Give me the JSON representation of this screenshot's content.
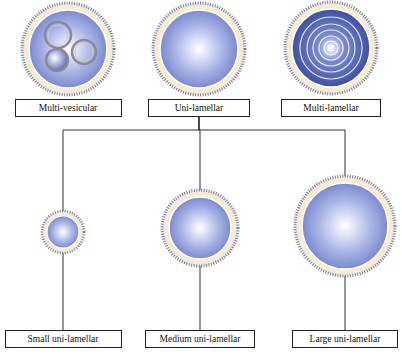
{
  "diagram": {
    "nodes": [
      {
        "text": [
          "Multi-vesicular"
        ]
      },
      {
        "text": [
          "Uni-lamellar"
        ]
      },
      {
        "text": [
          "Multi-lamellar"
        ]
      },
      {
        "text": [
          "Small uni-lamellar"
        ]
      },
      {
        "text": [
          "Medium uni-lamellar"
        ]
      },
      {
        "text": [
          "Large uni-lamellar"
        ]
      }
    ],
    "edges": [
      {
        "from": 1,
        "to": 3,
        "arrow": "none"
      },
      {
        "from": 1,
        "to": 4,
        "arrow": "none"
      },
      {
        "from": 1,
        "to": 5,
        "arrow": "none"
      }
    ]
  }
}
